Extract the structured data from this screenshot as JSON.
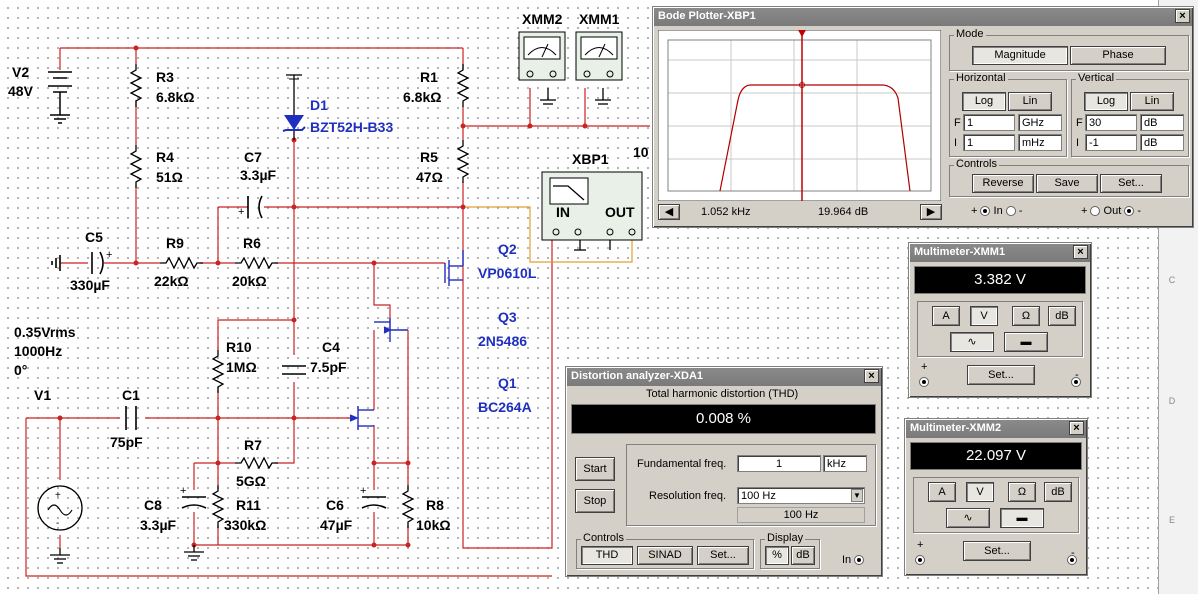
{
  "schematic": {
    "components": {
      "v2": {
        "name": "V2",
        "value": "48V"
      },
      "r3": {
        "name": "R3",
        "value": "6.8kΩ"
      },
      "r4": {
        "name": "R4",
        "value": "51Ω"
      },
      "d1": {
        "name": "D1",
        "value": "BZT52H-B33"
      },
      "c7": {
        "name": "C7",
        "value": "3.3µF"
      },
      "r1": {
        "name": "R1",
        "value": "6.8kΩ"
      },
      "r5": {
        "name": "R5",
        "value": "47Ω"
      },
      "c5": {
        "name": "C5",
        "value": "330µF"
      },
      "r9": {
        "name": "R9",
        "value": "22kΩ"
      },
      "r6": {
        "name": "R6",
        "value": "20kΩ"
      },
      "q2": {
        "name": "Q2",
        "value": "VP0610L"
      },
      "q3": {
        "name": "Q3",
        "value": "2N5486"
      },
      "q1": {
        "name": "Q1",
        "value": "BC264A"
      },
      "r10": {
        "name": "R10",
        "value": "1MΩ"
      },
      "c4": {
        "name": "C4",
        "value": "7.5pF"
      },
      "v1": {
        "name": "V1",
        "amplitude": "0.35Vrms",
        "frequency": "1000Hz",
        "phase": "0°"
      },
      "c1": {
        "name": "C1",
        "value": "75pF"
      },
      "r7": {
        "name": "R7",
        "value": "5GΩ"
      },
      "c8": {
        "name": "C8",
        "value": "3.3µF"
      },
      "r11": {
        "name": "R11",
        "value": "330kΩ"
      },
      "c6": {
        "name": "C6",
        "value": "47µF"
      },
      "r8": {
        "name": "R8",
        "value": "10kΩ"
      }
    },
    "instruments": {
      "xmm2": "XMM2",
      "xmm1": "XMM1",
      "xbp1": "XBP1",
      "xbp1_in": "IN",
      "xbp1_out": "OUT",
      "cut_label": "10"
    }
  },
  "right_strip": {
    "ticks": [
      "C",
      "D",
      "E"
    ]
  },
  "bode": {
    "title": "Bode Plotter-XBP1",
    "mode_title": "Mode",
    "magnitude": "Magnitude",
    "phase": "Phase",
    "horizontal_title": "Horizontal",
    "vertical_title": "Vertical",
    "log": "Log",
    "lin": "Lin",
    "f_label": "F",
    "i_label": "I",
    "h_f_value": "1",
    "h_f_unit": "GHz",
    "h_i_value": "1",
    "h_i_unit": "mHz",
    "v_f_value": "30",
    "v_f_unit": "dB",
    "v_i_value": "-1",
    "v_i_unit": "dB",
    "controls_title": "Controls",
    "reverse": "Reverse",
    "save": "Save",
    "set": "Set...",
    "cursor_freq": "1.052 kHz",
    "cursor_gain": "19.964 dB",
    "in_label": "In",
    "out_label": "Out",
    "trace_color": "#b00000",
    "cursor_color": "#c00000"
  },
  "distortion": {
    "title": "Distortion analyzer-XDA1",
    "thd_heading": "Total harmonic distortion (THD)",
    "reading": "0.008 %",
    "start": "Start",
    "stop": "Stop",
    "fund_label": "Fundamental freq.",
    "fund_value": "1",
    "fund_unit": "kHz",
    "res_label": "Resolution freq.",
    "res_value": "100 Hz",
    "res_note": "100 Hz",
    "controls_title": "Controls",
    "thd": "THD",
    "sinad": "SINAD",
    "set": "Set...",
    "display_title": "Display",
    "pct": "%",
    "db": "dB",
    "in_label": "In"
  },
  "xmm1": {
    "title": "Multimeter-XMM1",
    "reading": "3.382 V",
    "a": "A",
    "v": "V",
    "ohm": "Ω",
    "db": "dB",
    "set": "Set...",
    "plus": "+",
    "minus": "-"
  },
  "xmm2": {
    "title": "Multimeter-XMM2",
    "reading": "22.097 V",
    "a": "A",
    "v": "V",
    "ohm": "Ω",
    "db": "dB",
    "set": "Set...",
    "plus": "+",
    "minus": "-"
  },
  "colors": {
    "wire_red": "#cc2222",
    "wire_orange": "#e0a030",
    "label_blue": "#1f2fc0",
    "window_grey": "#d4d0c8"
  }
}
